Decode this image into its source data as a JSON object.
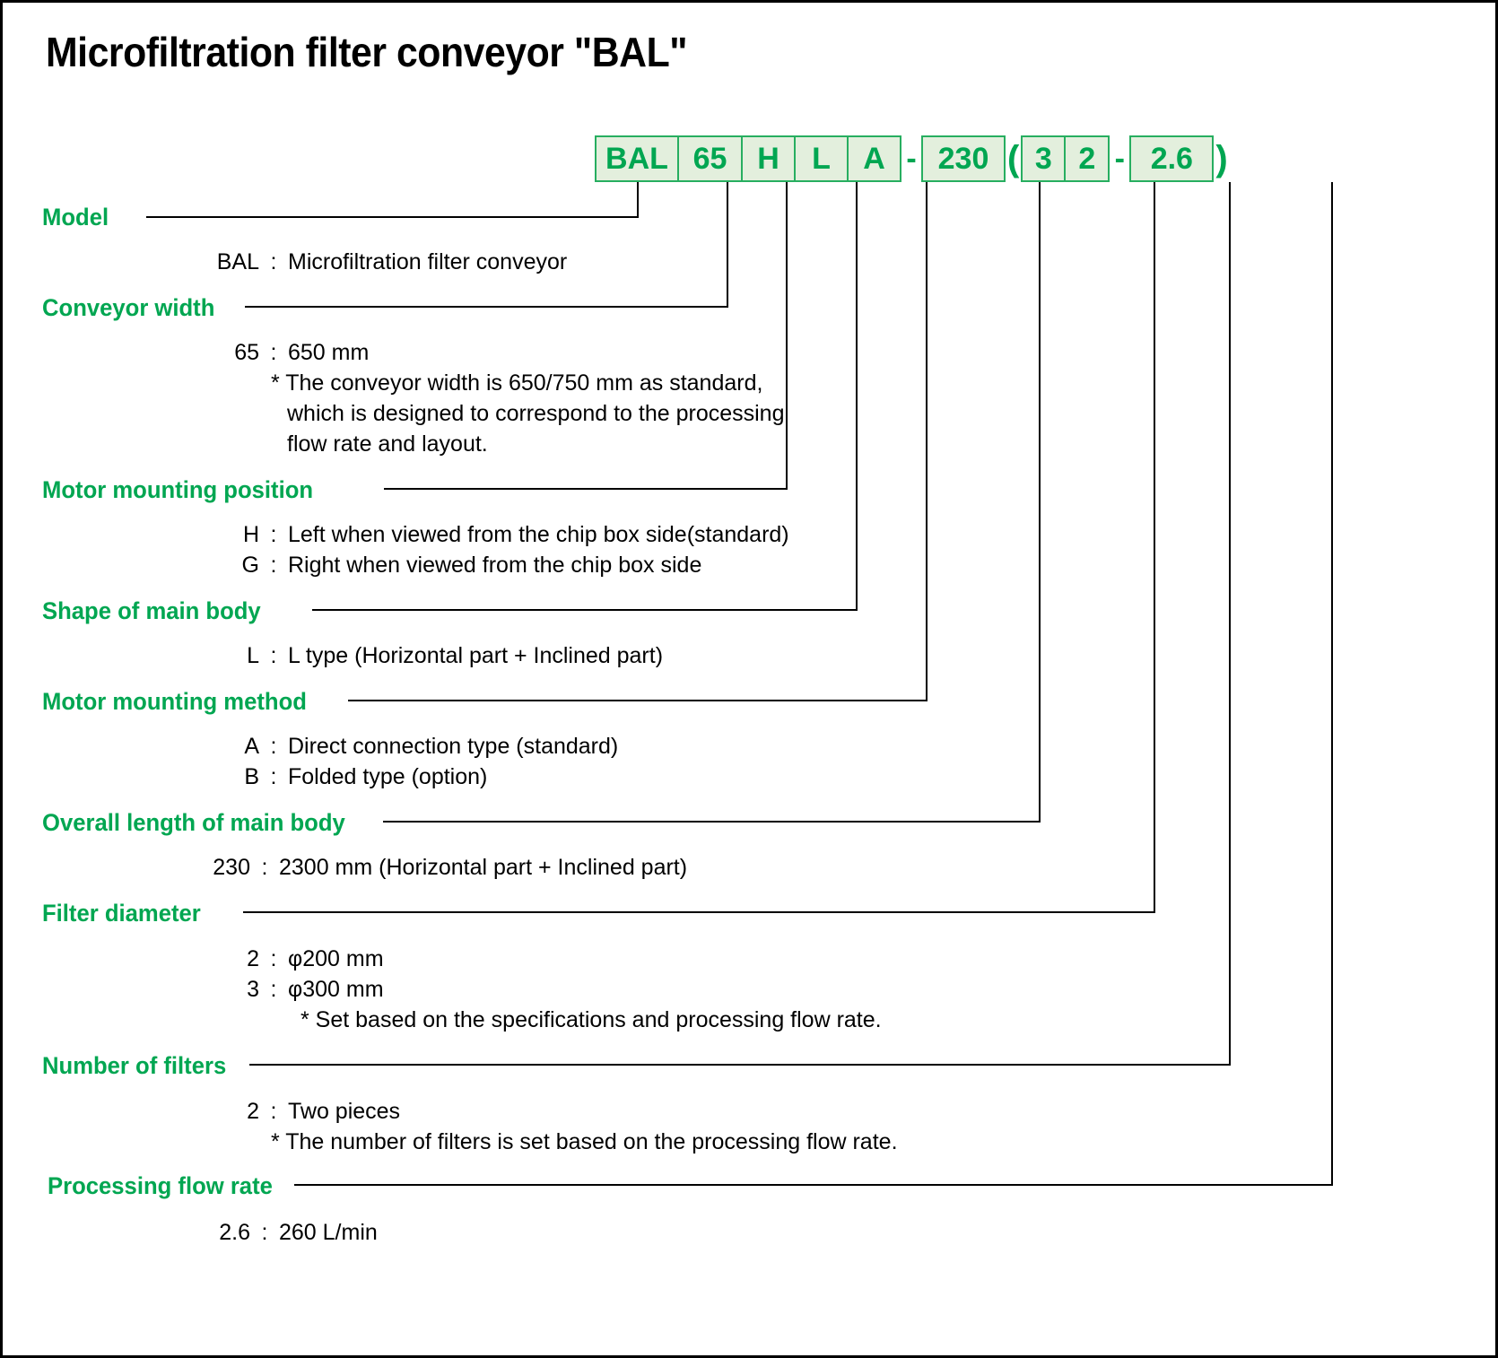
{
  "title": "Microfiltration filter conveyor \"BAL\"",
  "code": {
    "segments": [
      {
        "kind": "box",
        "text": "BAL",
        "width": "w-bal"
      },
      {
        "kind": "box",
        "text": "65",
        "width": "w-65"
      },
      {
        "kind": "box",
        "text": "H",
        "width": "w-h"
      },
      {
        "kind": "box",
        "text": "L",
        "width": "w-l"
      },
      {
        "kind": "box",
        "text": "A",
        "width": "w-a"
      },
      {
        "kind": "sep",
        "text": "-"
      },
      {
        "kind": "box",
        "text": "230",
        "width": "w-230"
      },
      {
        "kind": "paren",
        "text": "("
      },
      {
        "kind": "box",
        "text": "3",
        "width": "w-3"
      },
      {
        "kind": "box",
        "text": "2",
        "width": "w-2"
      },
      {
        "kind": "sep",
        "text": "-"
      },
      {
        "kind": "box",
        "text": "2.6",
        "width": "w-26"
      },
      {
        "kind": "paren",
        "text": ")"
      }
    ],
    "box_fill": "#e3efdd",
    "box_border": "#27ae60",
    "text_color": "#00a651"
  },
  "sections": [
    {
      "heading": "Model",
      "options": [
        {
          "key": "BAL",
          "colon": ":",
          "desc": "Microfiltration filter conveyor"
        }
      ],
      "notes": []
    },
    {
      "heading": "Conveyor width",
      "options": [
        {
          "key": "65",
          "colon": ":",
          "desc": "650 mm"
        }
      ],
      "notes": [
        "* The conveyor width is 650/750 mm as standard,",
        "which is designed to correspond to the processing",
        "flow rate and layout."
      ]
    },
    {
      "heading": "Motor mounting position",
      "options": [
        {
          "key": "H",
          "colon": ":",
          "desc": "Left when viewed from the chip box side(standard)"
        },
        {
          "key": "G",
          "colon": ":",
          "desc": "Right when viewed from the chip box side"
        }
      ],
      "notes": []
    },
    {
      "heading": "Shape of main body",
      "options": [
        {
          "key": "L",
          "colon": ":",
          "desc": "L type (Horizontal part + Inclined part)"
        }
      ],
      "notes": []
    },
    {
      "heading": "Motor mounting method",
      "options": [
        {
          "key": "A",
          "colon": ":",
          "desc": "Direct connection type (standard)"
        },
        {
          "key": "B",
          "colon": ":",
          "desc": "Folded type (option)"
        }
      ],
      "notes": []
    },
    {
      "heading": "Overall length of main body",
      "options": [
        {
          "key": "230",
          "colon": ":",
          "desc": "2300 mm (Horizontal part + Inclined part)"
        }
      ],
      "notes": []
    },
    {
      "heading": "Filter diameter",
      "options": [
        {
          "key": "2",
          "colon": ":",
          "desc": "φ200 mm"
        },
        {
          "key": "3",
          "colon": ":",
          "desc": "φ300 mm"
        }
      ],
      "notes": [
        "* Set based on the specifications and processing flow rate."
      ]
    },
    {
      "heading": "Number of filters",
      "options": [
        {
          "key": "2",
          "colon": ":",
          "desc": "Two pieces"
        }
      ],
      "notes": [
        "* The number of filters is set based on the processing flow rate."
      ]
    },
    {
      "heading": "Processing flow rate",
      "options": [
        {
          "key": "2.6",
          "colon": ":",
          "desc": "260 L/min"
        }
      ],
      "notes": []
    }
  ]
}
